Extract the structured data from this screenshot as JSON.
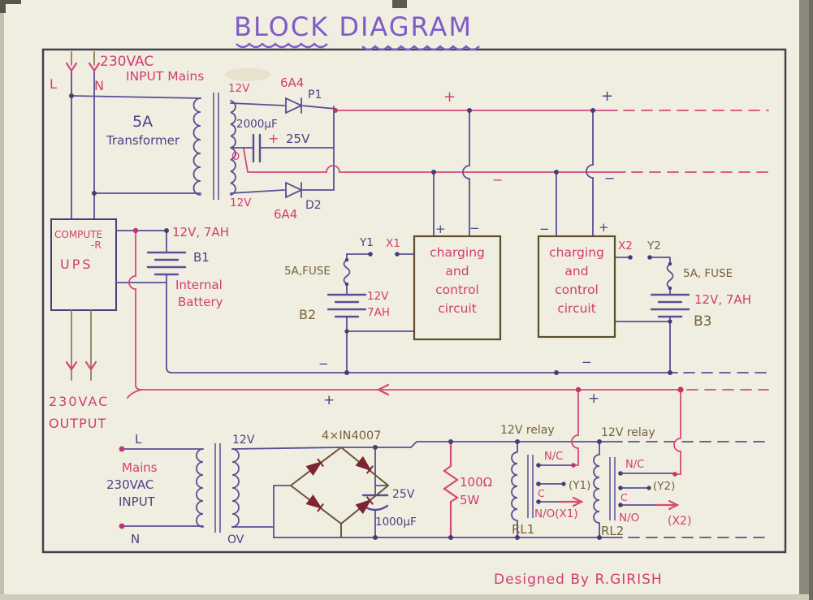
{
  "title": "BLOCK DIAGRAM",
  "credit": "Designed By R.GIRISH",
  "top": {
    "voltage": "230VAC",
    "caption": "INPUT Mains",
    "live": "L",
    "neutral": "N",
    "transformer": {
      "rating": "5A",
      "name": "Transformer",
      "tap_top": "12V",
      "tap_bottom": "12V",
      "tap_center": "O"
    },
    "capacitor": {
      "value": "2000μF",
      "plus": "+",
      "voltage": "25V"
    },
    "diode1": {
      "part": "6A4",
      "name": "P1"
    },
    "diode2": {
      "part": "6A4",
      "name": "D2"
    },
    "rail_plus_left": "+",
    "rail_plus_right": "+",
    "rail_minus_left": "−",
    "rail_minus_right": "−"
  },
  "ups": {
    "line1": "COMPUTE",
    "line2": "-R",
    "line3": "UPS",
    "battery": {
      "spec": "12V, 7AH",
      "name": "B1",
      "caption1": "Internal",
      "caption2": "Battery"
    },
    "out1": "230VAC",
    "out2": "OUTPUT"
  },
  "charger1": {
    "contact_y": "Y1",
    "contact_x": "X1",
    "fuse": "5A,FUSE",
    "battery": {
      "name": "B2",
      "volts": "12V",
      "cap": "7AH"
    },
    "plus": "+",
    "minus": "−",
    "box": [
      "charging",
      "and",
      "control",
      "circuit"
    ]
  },
  "charger2": {
    "contact_x": "X2",
    "contact_y": "Y2",
    "fuse": "5A, FUSE",
    "battery": {
      "name": "B3",
      "spec": "12V, 7AH"
    },
    "minus": "−",
    "plus": "+",
    "box": [
      "charging",
      "and",
      "control",
      "circuit"
    ]
  },
  "bus": {
    "minus1": "−",
    "minus2": "−",
    "plus1": "+",
    "plus2": "+"
  },
  "bottom": {
    "live": "L",
    "neutral": "N",
    "mains1": "Mains",
    "mains2": "230VAC",
    "mains3": "INPUT",
    "tap_top": "12V",
    "tap_bottom": "OV",
    "bridge": "4×IN4007",
    "capacitor": {
      "voltage": "25V",
      "value": "1000μF"
    },
    "resistor": {
      "r": "100Ω",
      "w": "5W"
    },
    "relay1": {
      "title": "12V relay",
      "nc": "N/C",
      "c": "C",
      "no": "N/O(X1)",
      "y": "(Y1)",
      "name": "RL1"
    },
    "relay2": {
      "title": "12V relay",
      "nc": "N/C",
      "c": "C",
      "no": "N/O",
      "x": "(X2)",
      "y": "(Y2)",
      "name": "RL2"
    }
  }
}
